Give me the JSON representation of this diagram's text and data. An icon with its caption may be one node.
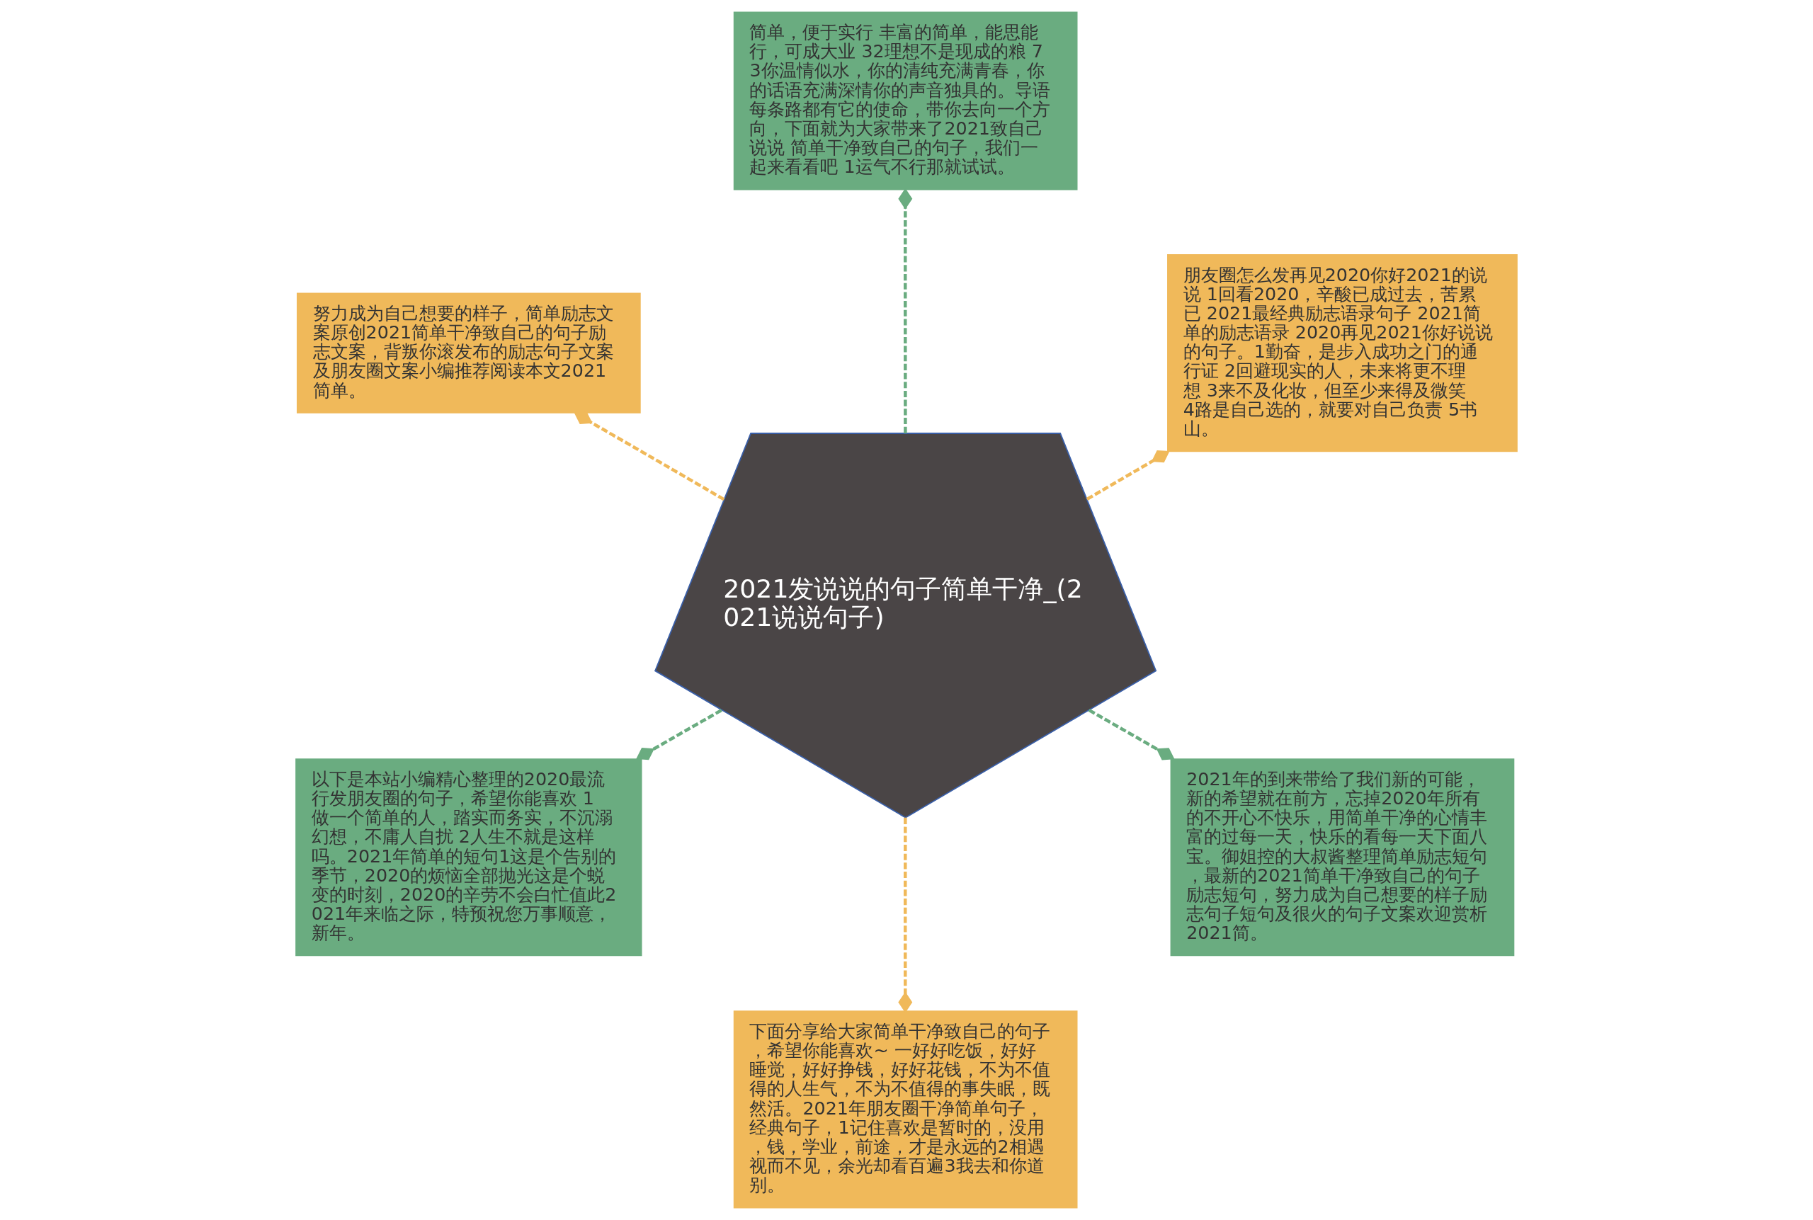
{
  "diagram": {
    "nodes": [
      {
        "text": [
          "2021发说说的句子简单干净_(2021说说句子)"
        ]
      },
      {
        "text": [
          "朋友圈怎么发再见2020你好2021的说说 1回看2020，辛酸已成过去，苦累已 2021最经典励志语录句子 2021简单的励志语录 2020再见2021你好说说的句子。1勤奋，是步入成功之门的通行证 2回避现实的人，未来将更不理想 3来不及化妆，但至少来得及微笑 4路是自己选的，就要对自己负责 5书山。"
        ]
      },
      {
        "text": [
          "简单，便于实行 丰富的简单，能思能行，可成大业 32理想不是现成的粮 73你温情似水，你的清纯充满青春，你的话语充满深情你的声音独具的。导语每条路都有它的使命，带你去向一个方向，下面就为大家带来了2021致自己说说 简单干净致自己的句子，我们一起来看看吧 1运气不行那就试试。"
        ]
      },
      {
        "text": [
          "努力成为自己想要的样子，简单励志文案原创2021简单干净致自己的句子励志文案，背叛你滚发布的励志句子文案及朋友圈文案小编推荐阅读本文2021简单。"
        ]
      },
      {
        "text": [
          "以下是本站小编精心整理的2020最流行发朋友圈的句子，希望你能喜欢 1做一个简单的人，踏实而务实，不沉溺幻想，不庸人自扰 2人生不就是这样吗。2021年简单的短句1这是个告别的季节，2020的烦恼全部抛光这是个蜕变的时刻，2020的辛劳不会白忙值此2021年来临之际，特预祝您万事顺意，新年。"
        ]
      },
      {
        "text": [
          "下面分享给大家简单干净致自己的句子，希望你能喜欢~ 一好好吃饭，好好睡觉，好好挣钱，好好花钱，不为不值得的人生气，不为不值得的事失眠，既然活。2021年朋友圈干净简单句子，经典句子，1记住喜欢是暂时的，没用，钱，学业，前途，才是永远的2相遇视而不见，余光却看百遍3我去和你道别。"
        ]
      },
      {
        "text": [
          "2021年的到来带给了我们新的可能，新的希望就在前方，忘掉2020年所有的不开心不快乐，用简单干净的心情丰富的过每一天，快乐的看每一天下面八宝。御姐控的大叔酱整理简单励志短句，最新的2021简单干净致自己的句子励志短句，努力成为自己想要的样子励志句子短句及很火的句子文案欢迎赏析2021简。"
        ]
      }
    ],
    "edges": [
      {
        "from": 0,
        "to": 1,
        "arrow": "other",
        "style": "dashed",
        "color": "#f0b95a"
      },
      {
        "from": 0,
        "to": 2,
        "arrow": "other",
        "style": "dashed",
        "color": "#6aac80"
      },
      {
        "from": 0,
        "to": 3,
        "arrow": "other",
        "style": "dashed",
        "color": "#f0b95a"
      },
      {
        "from": 0,
        "to": 4,
        "arrow": "other",
        "style": "dashed",
        "color": "#6aac80"
      },
      {
        "from": 0,
        "to": 5,
        "arrow": "other",
        "style": "dashed",
        "color": "#f0b95a"
      },
      {
        "from": 0,
        "to": 6,
        "arrow": "other",
        "style": "dashed",
        "color": "#6aac80"
      }
    ]
  }
}
